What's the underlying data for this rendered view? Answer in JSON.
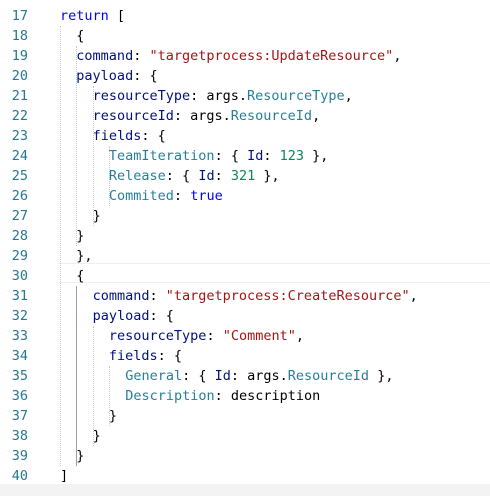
{
  "editor": {
    "colors": {
      "line_number": "#237893",
      "keyword": "#0000ff",
      "string": "#a31515",
      "number": "#098658",
      "property": "#001080",
      "namespace": "#267f99"
    },
    "lines": [
      {
        "number": "17",
        "code": "return ["
      },
      {
        "number": "18",
        "code": "{"
      },
      {
        "number": "19",
        "code": "command: \"targetprocess:UpdateResource\","
      },
      {
        "number": "20",
        "code": "payload: {"
      },
      {
        "number": "21",
        "code": "resourceType: args.ResourceType,"
      },
      {
        "number": "22",
        "code": "resourceId: args.ResourceId,"
      },
      {
        "number": "23",
        "code": "fields: {"
      },
      {
        "number": "24",
        "code": "TeamIteration: { Id: 123 },"
      },
      {
        "number": "25",
        "code": "Release: { Id: 321 },"
      },
      {
        "number": "26",
        "code": "Commited: true"
      },
      {
        "number": "27",
        "code": "}"
      },
      {
        "number": "28",
        "code": "}"
      },
      {
        "number": "29",
        "code": "},"
      },
      {
        "number": "30",
        "code": "{"
      },
      {
        "number": "31",
        "code": "command: \"targetprocess:CreateResource\","
      },
      {
        "number": "32",
        "code": "payload: {"
      },
      {
        "number": "33",
        "code": "resourceType: \"Comment\","
      },
      {
        "number": "34",
        "code": "fields: {"
      },
      {
        "number": "35",
        "code": "General: { Id: args.ResourceId },"
      },
      {
        "number": "36",
        "code": "Description: description"
      },
      {
        "number": "37",
        "code": "}"
      },
      {
        "number": "38",
        "code": "}"
      },
      {
        "number": "39",
        "code": "}"
      },
      {
        "number": "40",
        "code": "]"
      }
    ]
  }
}
